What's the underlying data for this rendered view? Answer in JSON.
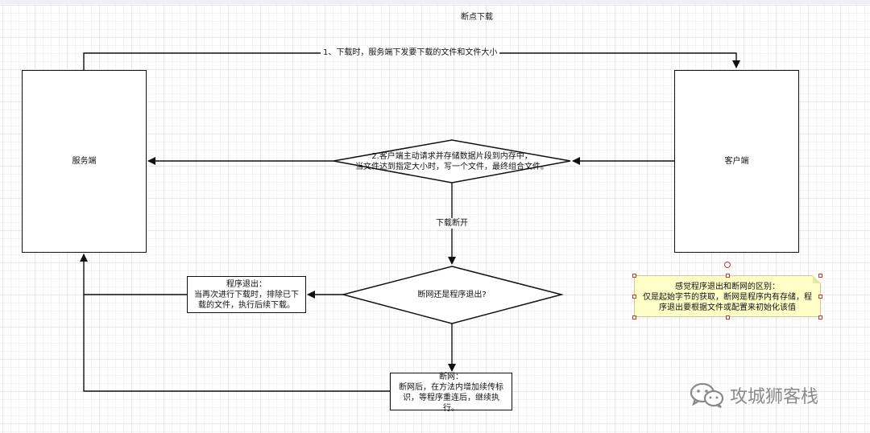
{
  "diagram": {
    "title": "断点下载",
    "nodes": {
      "server": "服务端",
      "client": "客户端",
      "decision_request": "2.客户端主动请求并存储数据片段到内存中，\n当文件达到指定大小时，写一个文件，最终组合文件。",
      "decision_exit": "断网还是程序退出?",
      "exit_box": "程序退出：\n当再次进行下载时，排除已下\n载的文件，执行后续下载。",
      "network_box": "断网：\n断网后，在方法内增加续传标\n识，等程序重连后，继续执\n行。"
    },
    "edges": {
      "step1": "1、下载时，服务端下发要下载的文件和文件大小",
      "disconnect": "下载断开"
    },
    "note": "感觉程序退出和断网的区别：\n仅是起始字节的获取，断网是程序内有存储，程\n序退出要根据文件或配置来初始化该值"
  },
  "watermark": {
    "text": "攻城狮客栈",
    "icon": "wechat-icon"
  },
  "colors": {
    "line": "#111111",
    "note_fill": "#ffffc8",
    "handle": "#c0392b",
    "watermark": "#8a8a8a"
  }
}
